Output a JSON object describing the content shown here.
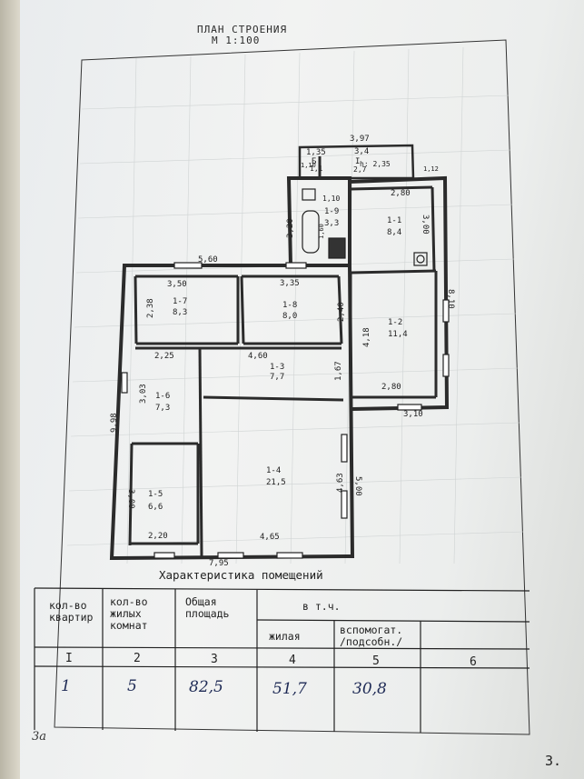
{
  "header": {
    "title": "ПЛАН СТРОЕНИЯ",
    "scale": "М 1:100"
  },
  "dimensions": {
    "top_porch": "3,97",
    "top_porch_left": "1,35",
    "top_porch_mid": "3,4",
    "top_porch_left_v": "1,10",
    "top_porch_right_v": "1,12",
    "height": "h: 2,35",
    "top_left_560": "5,60",
    "bath_top": "1,10",
    "bath_v": "3,20",
    "bath_w": "1,60",
    "kitchen_top": "2,80",
    "kitchen_v": "3,00",
    "r17_top": "3,50",
    "r17_v": "2,38",
    "r18_top": "3,35",
    "r18_v": "2,40",
    "r12_right": "8,10",
    "r12_mid": "4,18",
    "r12_bottom": "2,80",
    "r12_bottom_out": "3,10",
    "r16_top": "2,25",
    "r13_top": "4,60",
    "r13_v": "1,67",
    "r16_v": "3,03",
    "left_total": "9,98",
    "r14_v": "4,63",
    "r14_out": "5,00",
    "r15_v": "3,00",
    "r15_bottom": "2,20",
    "r14_bottom": "4,65",
    "bottom_total": "7,95"
  },
  "rooms": [
    {
      "id": "Б",
      "area": "1,1"
    },
    {
      "id": "I",
      "area": "2,7"
    },
    {
      "id": "1-9",
      "area": "3,3"
    },
    {
      "id": "1-1",
      "area": "8,4"
    },
    {
      "id": "1-7",
      "area": "8,3"
    },
    {
      "id": "1-8",
      "area": "8,0"
    },
    {
      "id": "1-2",
      "area": "11,4"
    },
    {
      "id": "1-3",
      "area": "7,7"
    },
    {
      "id": "1-6",
      "area": "7,3"
    },
    {
      "id": "1-4",
      "area": "21,5"
    },
    {
      "id": "1-5",
      "area": "6,6"
    }
  ],
  "characteristics": {
    "title": "Характеристика помещений",
    "headers": {
      "apartments": [
        "кол-во",
        "квартир"
      ],
      "rooms": [
        "кол-во",
        "жилых",
        "комнат"
      ],
      "total": [
        "Общая",
        "площадь"
      ],
      "incl": "в т.ч.",
      "living": "жилая",
      "aux": [
        "вспомогат.",
        "/подсобн./"
      ]
    },
    "index_row": [
      "I",
      "2",
      "3",
      "4",
      "5",
      "6"
    ],
    "values": {
      "apartments": "1",
      "rooms": "5",
      "total": "82,5",
      "living": "51,7",
      "aux": "30,8"
    }
  },
  "page_number": "3.",
  "corner_mark": "3а"
}
